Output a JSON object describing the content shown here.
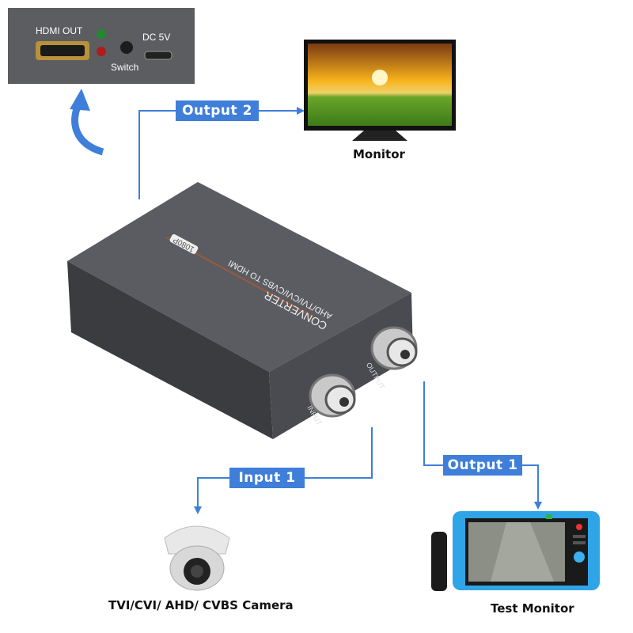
{
  "panel": {
    "hdmi_out": "HDMI OUT",
    "switch": "Switch",
    "dc": "DC 5V"
  },
  "device": {
    "line1": "AHD/TVI/CVI/CVBS TO HDMI",
    "line2": "CONVERTER",
    "badge": "1080P",
    "input_port": "INPUT",
    "output_port": "OUTPUT"
  },
  "labels": {
    "output2": "Output 2",
    "input1": "Input 1",
    "output1": "Output 1"
  },
  "captions": {
    "monitor": "Monitor",
    "camera": "TVI/CVI/ AHD/ CVBS Camera",
    "test_monitor": "Test Monitor"
  },
  "colors": {
    "accent": "#3f7fd9",
    "device": "#55565b",
    "test_monitor_bumper": "#2fa4e7"
  }
}
